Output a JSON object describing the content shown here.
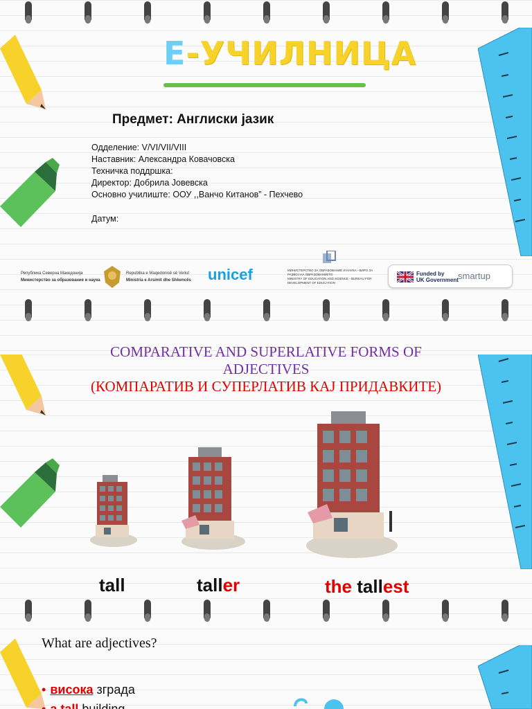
{
  "slide1": {
    "logo": {
      "first": "E",
      "rest": "-УЧИЛНИЦА"
    },
    "subject": "Предмет: Англиски јазик",
    "info": [
      "Одделение: V/VI/VII/VIII",
      "Наставник: Александра Ковачовска",
      "Техничка поддршка:",
      "Директор: Добрила Јовевска",
      "Основно училиште: ООУ ,,Ванчо Китанов” - Пехчево",
      "Датум:"
    ],
    "logos": {
      "ministry_mk": "Министерство за образование и наука",
      "ministry_al": "Ministria e Arsimit dhe Shkencës",
      "ministry_mk_top": "Република Северна Македонија",
      "ministry_al_top": "Republika e Maqedonisë së Veriut",
      "unicef": "unicef",
      "bureau_line1": "МИНИСТЕРСТВО ЗА ОБРАЗОВАНИЕ И НАУКА - БИРО ЗА РАЗВОЈ НА ОБРАЗОВАНИЕТО",
      "bureau_line2": "MINISTRY OF EDUCATION AND SCIENCE - BUREAU FOR DEVELOPMENT OF EDUCATION",
      "funded": "Funded by\nUK Government",
      "smart": "smartup"
    }
  },
  "slide2": {
    "title_line1": "COMPARATIVE AND SUPERLATIVE FORMS OF",
    "title_line2": "ADJECTIVES",
    "title_line3": "(КОМПАРАТИВ И СУПЕРЛАТИВ КАЈ ПРИДАВКИТЕ)",
    "word1": "tall",
    "word2_base": "tall",
    "word2_suffix": "er",
    "word3_the": "the",
    "word3_base": "tall",
    "word3_suffix": "est",
    "question": "What are adjectives?",
    "bullet1_word": "висока",
    "bullet1_rest": "зграда",
    "bullet2_word": "a tall",
    "bullet2_rest": "building"
  },
  "colors": {
    "accent_red": "#e20000",
    "title_purple": "#7030a0",
    "logo_blue": "#6ecff6",
    "logo_yellow": "#f6d22b",
    "logo_green": "#6abf4b"
  },
  "icons": [
    "pencil-icon",
    "highlighter-icon",
    "ruler-icon",
    "notebook-ring-icon",
    "building-icon",
    "uk-flag-icon",
    "coat-of-arms-icon"
  ]
}
